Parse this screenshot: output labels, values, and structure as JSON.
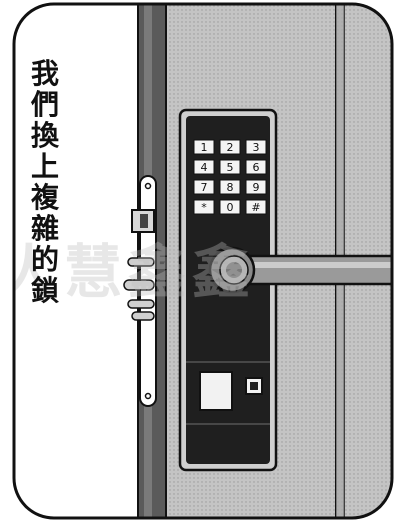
{
  "caption": {
    "chars": [
      "我",
      "們",
      "換",
      "上",
      "複",
      "雜",
      "的",
      "鎖"
    ]
  },
  "watermark": "人慧鑫鑫",
  "keypad": {
    "keys": [
      "1",
      "2",
      "3",
      "4",
      "5",
      "6",
      "7",
      "8",
      "9",
      "*",
      "0",
      "#"
    ]
  },
  "colors": {
    "door": "#b9b9b9",
    "door_dark": "#8c8c8c",
    "lock_panel": "#1f1f1f",
    "outline": "#111111"
  }
}
